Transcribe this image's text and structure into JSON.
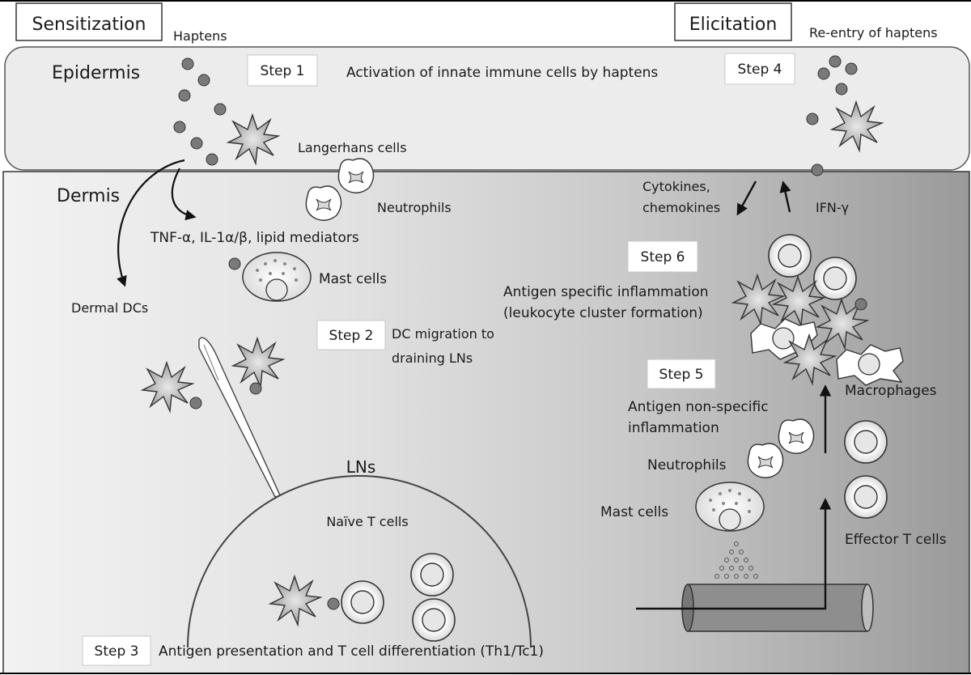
{
  "phases": {
    "sensitization": "Sensitization",
    "elicitation": "Elicitation"
  },
  "regions": {
    "epidermis": "Epidermis",
    "dermis": "Dermis",
    "lns": "LNs"
  },
  "steps": {
    "step1": {
      "label": "Step 1",
      "text": "Activation of innate immune cells by haptens"
    },
    "step2": {
      "label": "Step 2",
      "text_line1": "DC migration to",
      "text_line2": "draining LNs"
    },
    "step3": {
      "label": "Step 3",
      "text": "Antigen presentation and T cell differentiation (Th1/Tc1)"
    },
    "step4": {
      "label": "Step 4"
    },
    "step5": {
      "label": "Step 5",
      "text_line1": "Antigen non-specific",
      "text_line2": "inflammation"
    },
    "step6": {
      "label": "Step 6",
      "text_line1": "Antigen specific inflammation",
      "text_line2": "(leukocyte cluster formation)"
    }
  },
  "labels": {
    "haptens": "Haptens",
    "reentry": "Re-entry of haptens",
    "langerhans": "Langerhans cells",
    "neutrophils_left": "Neutrophils",
    "mediators": "TNF-α, IL-1α/β, lipid mediators",
    "mast_left": "Mast cells",
    "dermal_dcs": "Dermal DCs",
    "naive_t": "Naïve T cells",
    "cytokines_line1": "Cytokines,",
    "cytokines_line2": "chemokines",
    "ifn": "IFN-γ",
    "macrophages": "Macrophages",
    "neutrophils_right": "Neutrophils",
    "mast_right": "Mast cells",
    "effector_t": "Effector T cells"
  },
  "colors": {
    "frame": "#000000",
    "epidermis_fill": "#ececec",
    "cell_dark": "#8a8a8a",
    "hapten": "#7a7a7a"
  }
}
